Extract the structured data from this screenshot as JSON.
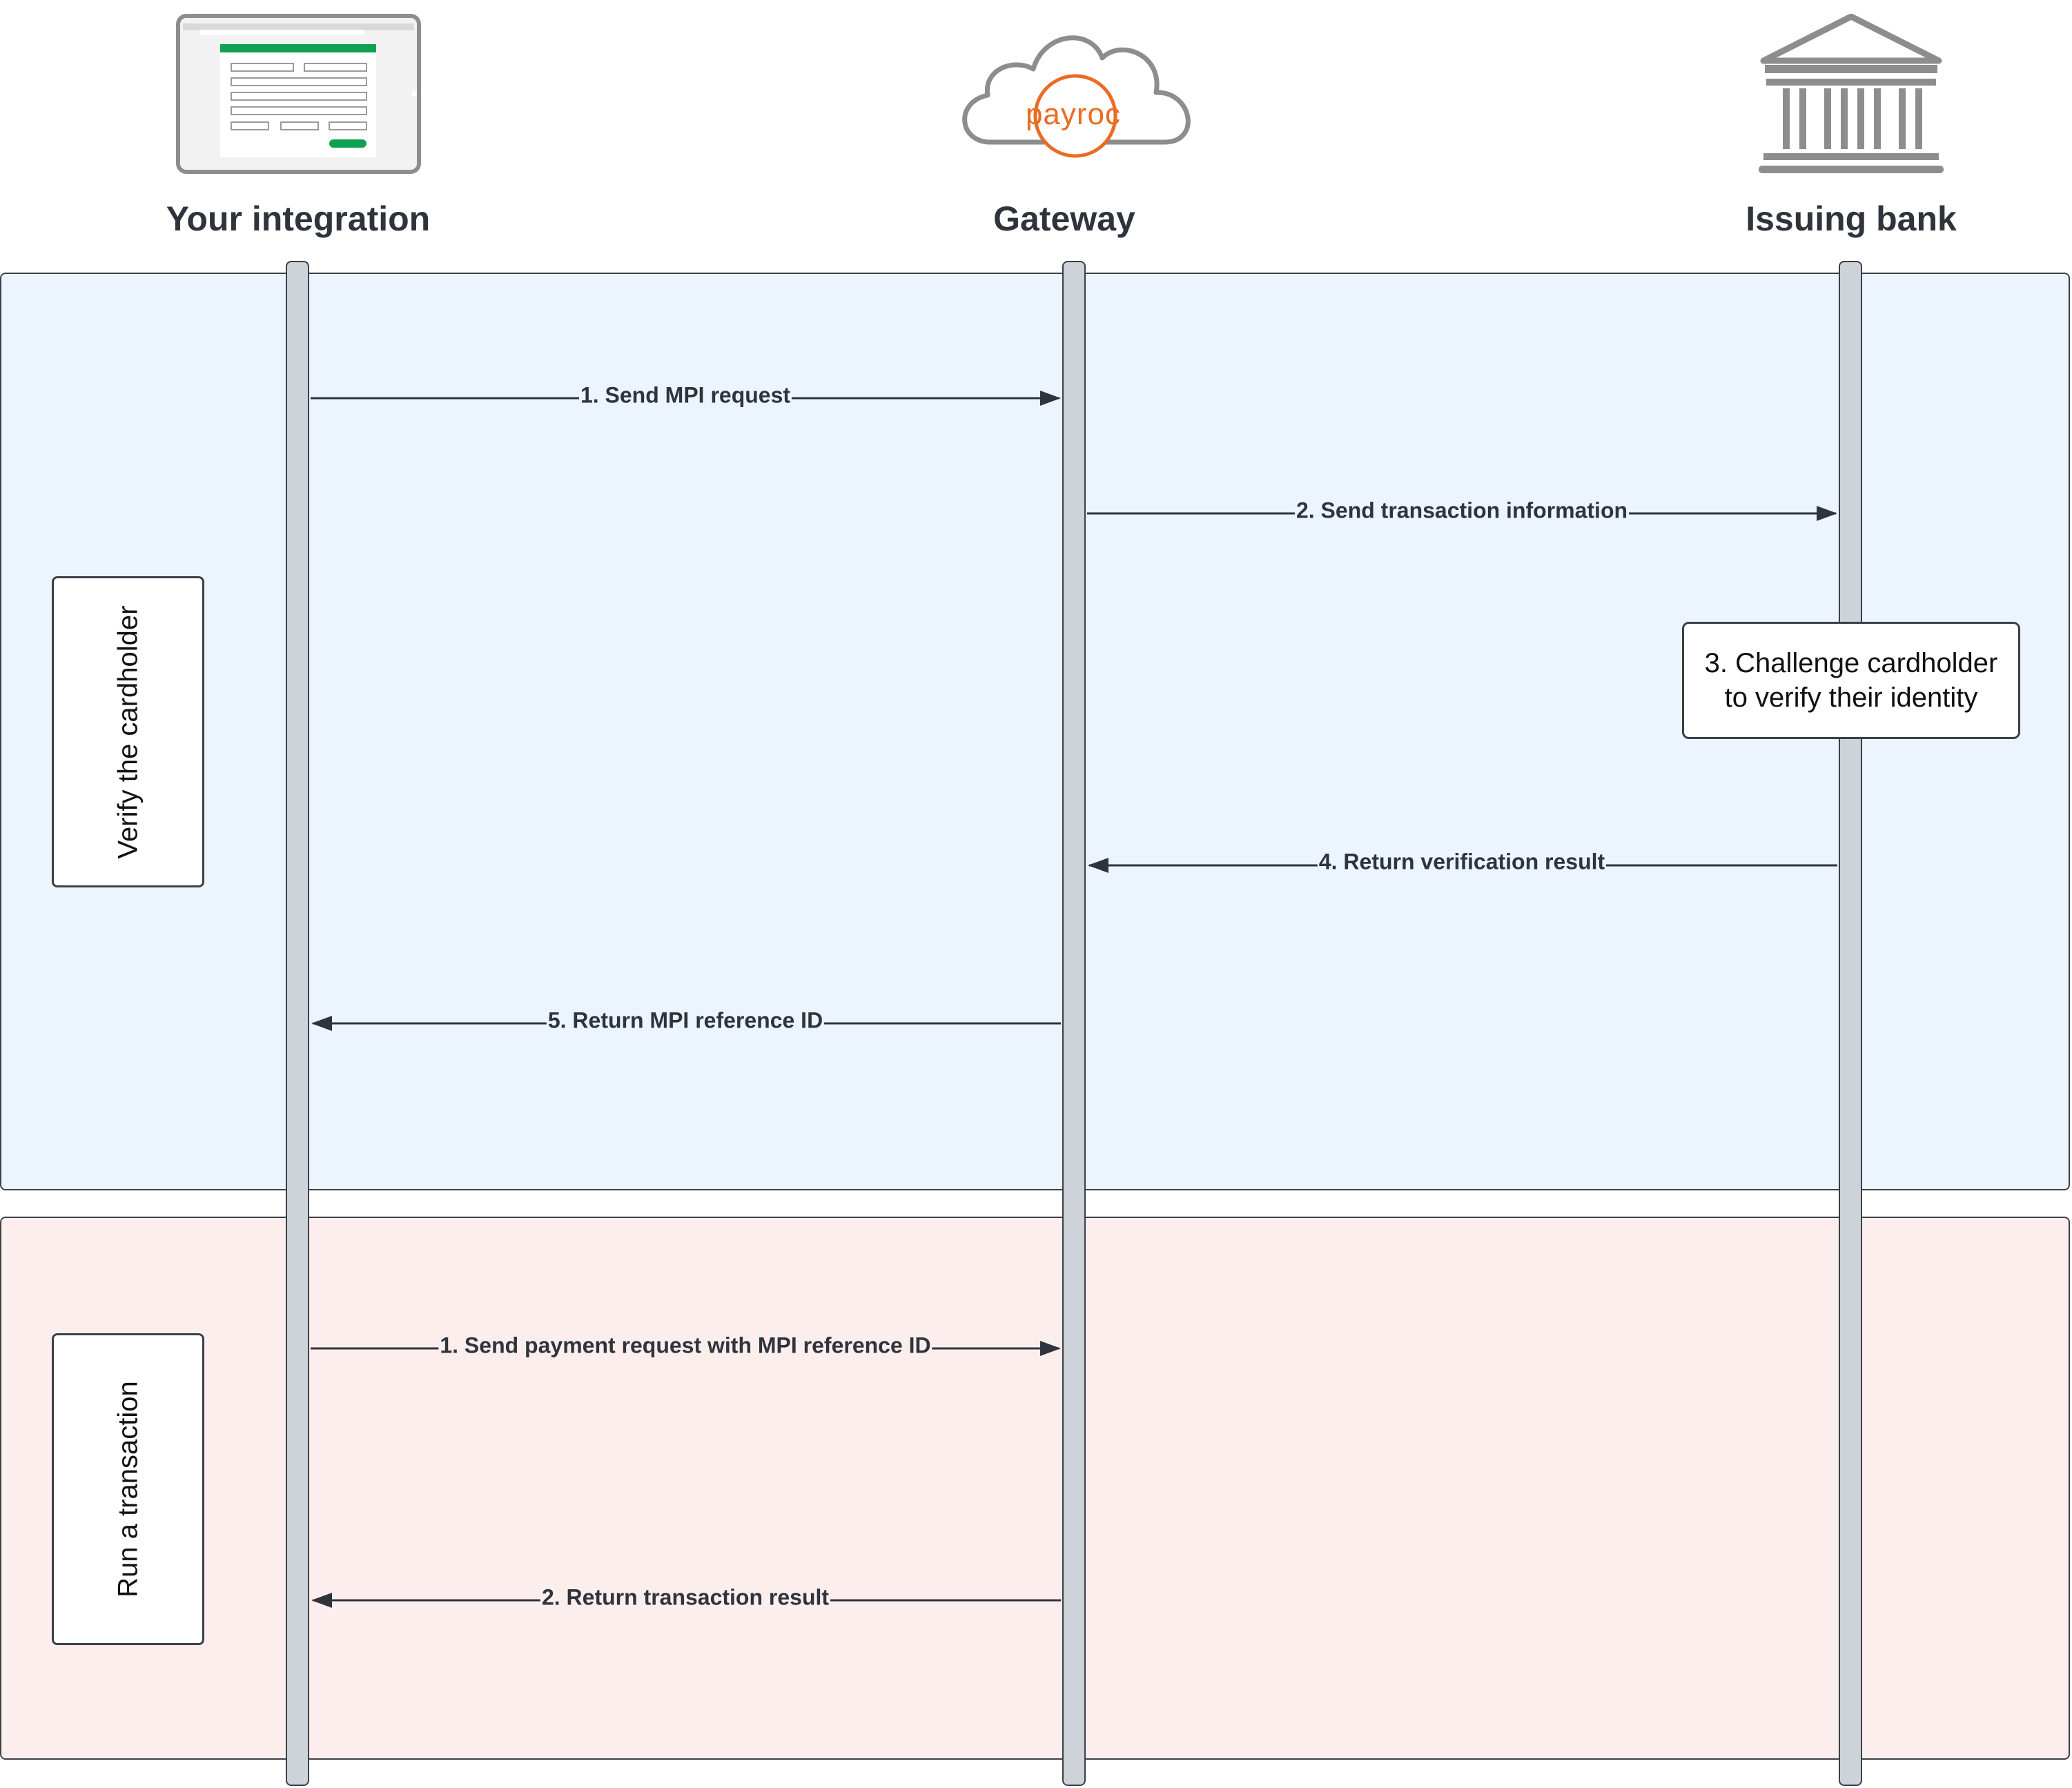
{
  "actors": [
    {
      "name": "Your integration",
      "icon": "tablet-form-icon"
    },
    {
      "name": "Gateway",
      "icon": "payroc-cloud-icon",
      "logo_text": "payroc"
    },
    {
      "name": "Issuing bank",
      "icon": "bank-building-icon"
    }
  ],
  "phases": [
    {
      "label": "Verify the cardholder",
      "color": "#ecf4fe"
    },
    {
      "label": "Run a transaction",
      "color": "#fdeeee"
    }
  ],
  "messages": {
    "verify": [
      "1. Send MPI request",
      "2. Send transaction information",
      "4. Return verification result",
      "5. Return MPI reference ID"
    ],
    "transaction": [
      "1. Send payment request with MPI reference ID",
      "2. Return transaction result"
    ]
  },
  "note": {
    "line1": "3. Challenge cardholder",
    "line2": "to verify their identity"
  },
  "colors": {
    "accent_green": "#0ea152",
    "brand_orange": "#ec6b23",
    "icon_gray": "#8d8d8d",
    "line_dark": "#3b4048"
  }
}
